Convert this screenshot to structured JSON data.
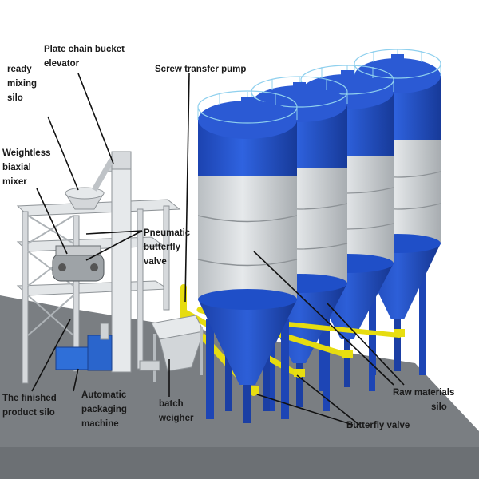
{
  "labels": {
    "plate_chain_bucket_elevator": [
      "Plate chain bucket",
      "elevator"
    ],
    "ready_mixing_silo": [
      "ready",
      "mixing",
      "silo"
    ],
    "screw_transfer_pump": [
      "Screw transfer pump"
    ],
    "weightless_biaxial_mixer": [
      "Weightless",
      "biaxial",
      "mixer"
    ],
    "pneumatic_butterfly_valve": [
      "Pneumatic",
      "butterfly",
      "valve"
    ],
    "finished_product_silo": [
      "The finished",
      "product silo"
    ],
    "automatic_packaging_machine": [
      "Automatic",
      "packaging",
      "machine"
    ],
    "batch_weigher": [
      "batch",
      "weigher"
    ],
    "raw_materials_silo": [
      "Raw materials",
      "silo"
    ],
    "butterfly_valve": [
      "Butterfly valve"
    ]
  },
  "colors": {
    "silo_blue": "#1f4fc8",
    "silo_body": "#cfd3d6",
    "pipe_yellow": "#f2ea18",
    "ground": "#767a7e",
    "structure": "#d9dcde",
    "rail_cyan": "#8fd0ee"
  }
}
